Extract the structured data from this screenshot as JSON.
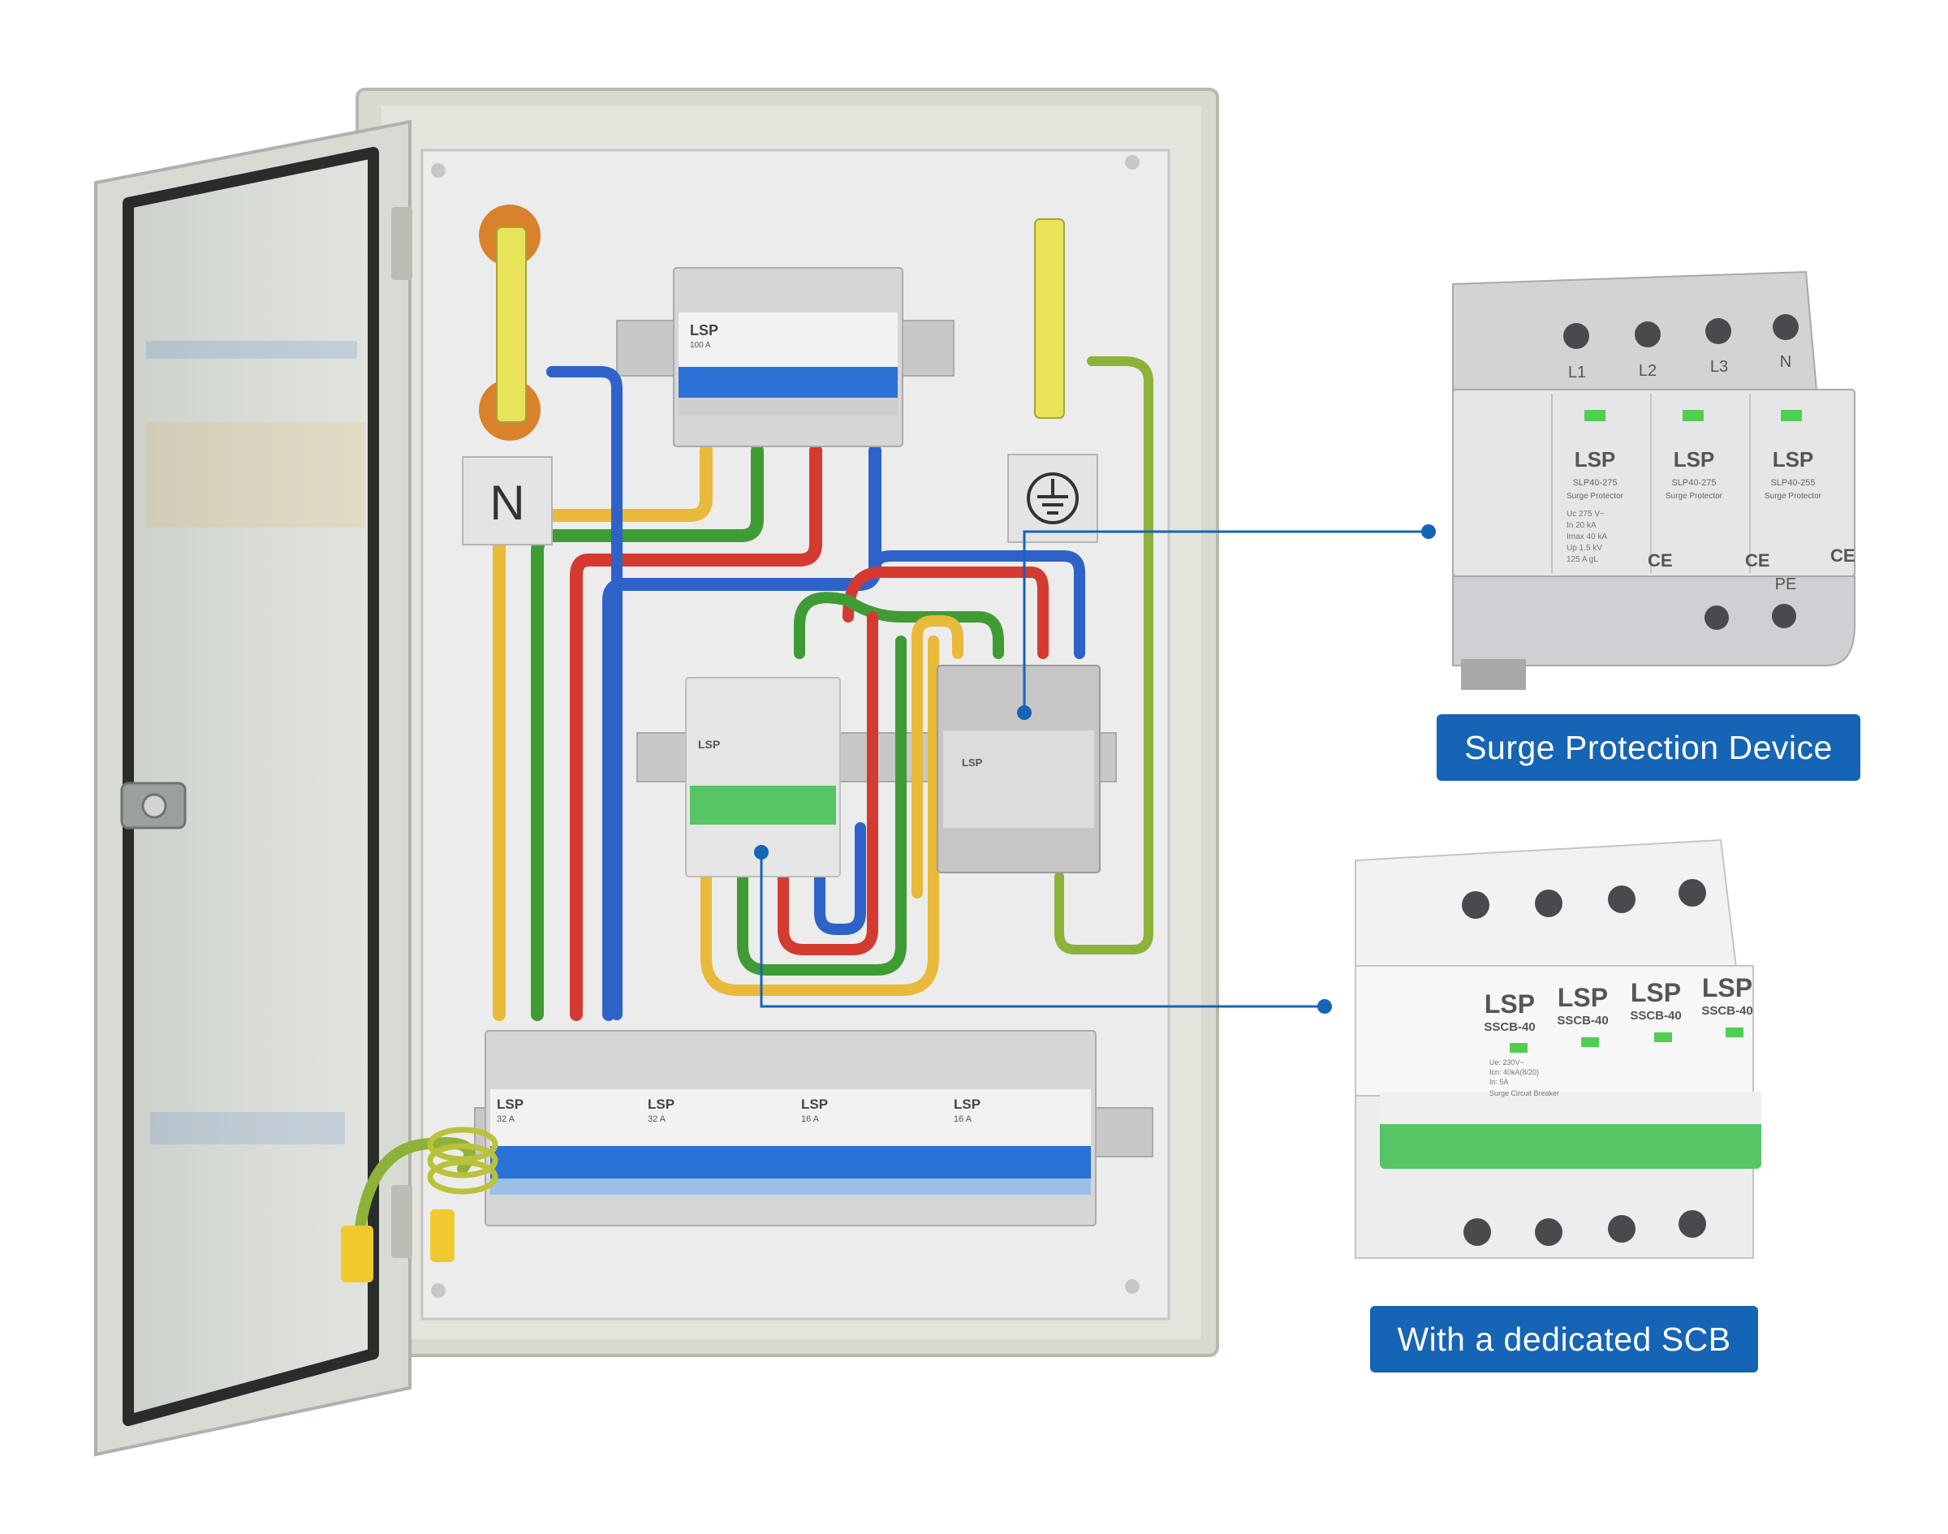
{
  "labels": {
    "neutral": "N",
    "breaker_brand": "LSP",
    "main_breaker_rating": "100 A",
    "scb_model": "SSCB-40",
    "spd_model": "SLP40-275",
    "spd_model_n": "SLP40-255",
    "spd_type": "Surge Protector",
    "scb_type": "Surge Circuit Breaker",
    "ce_mark": "CE",
    "pe": "PE",
    "terminals": [
      "L1",
      "L2",
      "L3",
      "N"
    ],
    "branch_ratings": [
      "32 A",
      "32 A",
      "16 A",
      "16 A"
    ],
    "spd_specs": [
      "Uc 275 V~",
      "In 20 kA",
      "Imax 40 kA",
      "Up 1.5 kV",
      "125 A gL"
    ],
    "scb_specs": [
      "Ue: 230V~",
      "Icn: 40kA(8/20)",
      "In: 5A"
    ]
  },
  "callouts": {
    "spd": "Surge Protection Device",
    "scb": "With a dedicated SCB"
  },
  "colors": {
    "callout_blue": "#1564b5",
    "wire_yellow": "#e9b93a",
    "wire_green": "#3f9c34",
    "wire_red": "#d43a30",
    "wire_blue": "#2f62c8",
    "breaker_blue": "#2a72d6",
    "scb_green": "#55c566"
  }
}
